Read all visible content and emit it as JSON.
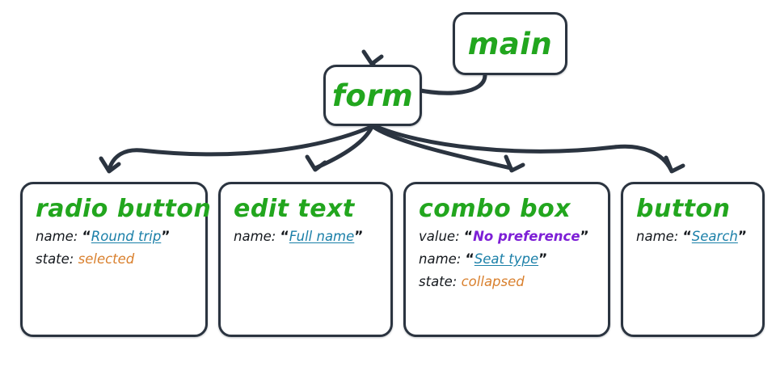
{
  "diagram": {
    "type": "ui-accessibility-tree",
    "background_color": "#ffffff",
    "palette": {
      "node_border": "#2b3440",
      "node_fill": "#ffffff",
      "edge": "#2b3440",
      "title_green": "#22a61e",
      "key_black": "#14181d",
      "value_name_teal": "#1a7fa8",
      "value_value_purple": "#7d1fd6",
      "value_state_orange": "#d9802e"
    },
    "nodes": [
      {
        "id": "main",
        "title": "main",
        "kind": "root",
        "attributes": []
      },
      {
        "id": "form",
        "title": "form",
        "kind": "root",
        "attributes": []
      },
      {
        "id": "radio-button",
        "title": "radio button",
        "kind": "leaf",
        "attributes": [
          {
            "key": "name:",
            "value": "Round trip",
            "style": "name",
            "quoted": true
          },
          {
            "key": "state:",
            "value": "selected",
            "style": "state",
            "quoted": false
          }
        ]
      },
      {
        "id": "edit-text",
        "title": "edit text",
        "kind": "leaf",
        "attributes": [
          {
            "key": "name:",
            "value": "Full name",
            "style": "name",
            "quoted": true
          }
        ]
      },
      {
        "id": "combo-box",
        "title": "combo box",
        "kind": "leaf",
        "attributes": [
          {
            "key": "value:",
            "value": "No preference",
            "style": "value",
            "quoted": true
          },
          {
            "key": "name:",
            "value": "Seat type",
            "style": "name",
            "quoted": true
          },
          {
            "key": "state:",
            "value": "collapsed",
            "style": "state",
            "quoted": false
          }
        ]
      },
      {
        "id": "button",
        "title": "button",
        "kind": "leaf",
        "attributes": [
          {
            "key": "name:",
            "value": "Search",
            "style": "name",
            "quoted": true
          }
        ]
      }
    ],
    "edges": [
      {
        "from": "main",
        "to": "form"
      },
      {
        "from": "form",
        "to": "radio-button"
      },
      {
        "from": "form",
        "to": "edit-text"
      },
      {
        "from": "form",
        "to": "combo-box"
      },
      {
        "from": "form",
        "to": "button"
      }
    ]
  },
  "quotes": {
    "open": "“",
    "close": "”"
  }
}
